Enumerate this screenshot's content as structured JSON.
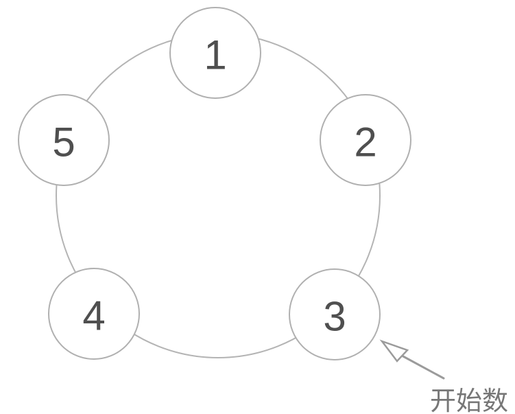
{
  "diagram": {
    "type": "counting-circle",
    "background_color": "#ffffff",
    "ring_stroke_color": "#b4b4b4",
    "node_stroke_color": "#b0b0b0",
    "node_fill_color": "#ffffff",
    "number_color": "#4f4f4f",
    "arrow_color": "#9b9b9b",
    "annotation_color": "#777777",
    "nodes": [
      {
        "label": "1"
      },
      {
        "label": "2"
      },
      {
        "label": "3"
      },
      {
        "label": "4"
      },
      {
        "label": "5"
      }
    ],
    "annotation": {
      "label": "开始数",
      "arrow_icon": "arrow-up-left",
      "points_to_node": "3"
    }
  }
}
